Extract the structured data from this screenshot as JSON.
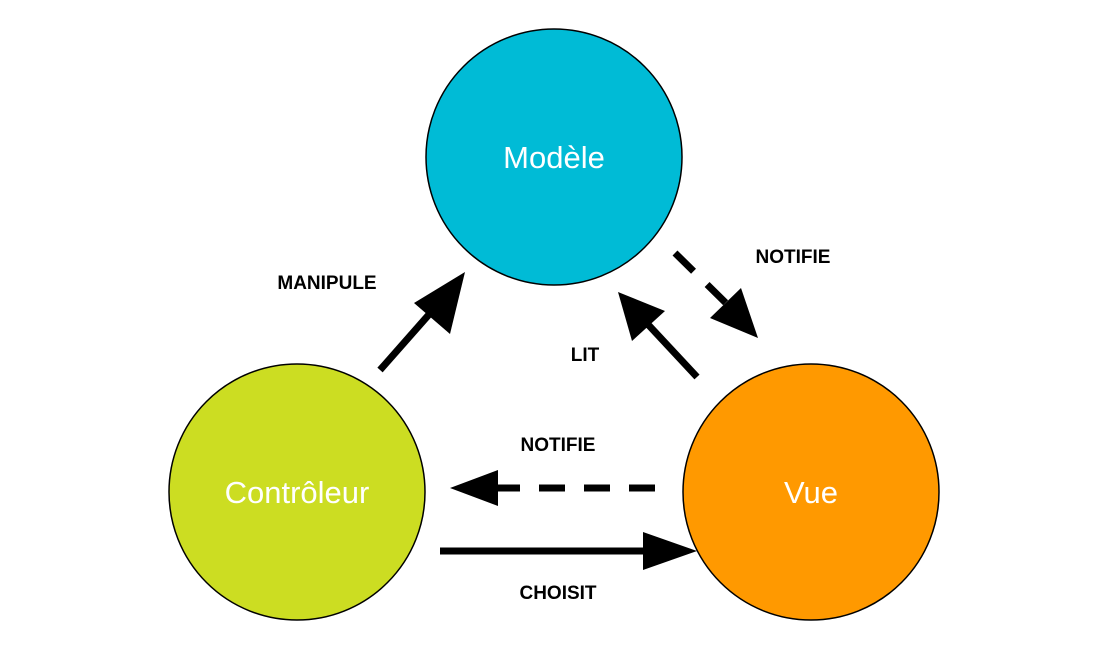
{
  "nodes": {
    "model": {
      "label": "Modèle",
      "color": "#00BBD6"
    },
    "controller": {
      "label": "Contrôleur",
      "color": "#CCDD22"
    },
    "view": {
      "label": "Vue",
      "color": "#FF9900"
    }
  },
  "edges": {
    "manipule": {
      "label": "MANIPULE",
      "style": "solid"
    },
    "notifie_model_view": {
      "label": "NOTIFIE",
      "style": "dashed"
    },
    "lit": {
      "label": "LIT",
      "style": "solid"
    },
    "notifie_view_controller": {
      "label": "NOTIFIE",
      "style": "dashed"
    },
    "choisit": {
      "label": "CHOISIT",
      "style": "solid"
    }
  }
}
